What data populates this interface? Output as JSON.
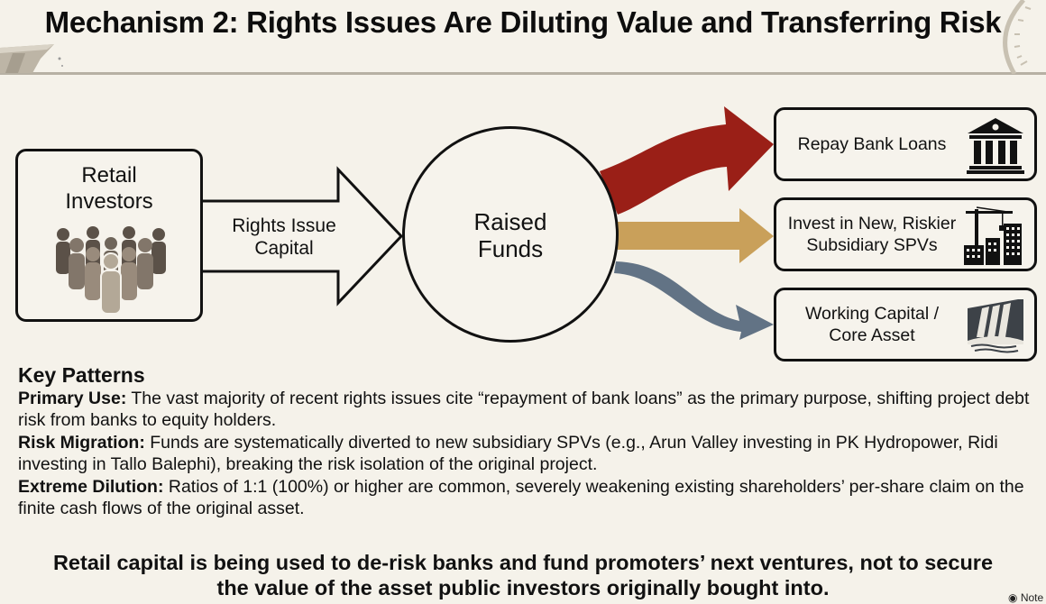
{
  "title": "Mechanism 2: Rights Issues Are Diluting Value and Transferring Risk",
  "diagram": {
    "source": {
      "label_line1": "Retail",
      "label_line2": "Investors",
      "icon": "people-group-icon"
    },
    "flow_arrow": {
      "label_line1": "Rights Issue",
      "label_line2": "Capital"
    },
    "hub": {
      "label_line1": "Raised",
      "label_line2": "Funds"
    },
    "destinations": [
      {
        "label_line1": "Repay Bank Loans",
        "label_line2": "",
        "icon": "bank-icon",
        "arrow_color": "#9a1f17"
      },
      {
        "label_line1": "Invest in New, Riskier",
        "label_line2": "Subsidiary SPVs",
        "icon": "construction-crane-icon",
        "arrow_color": "#c9a05a"
      },
      {
        "label_line1": "Working Capital /",
        "label_line2": "Core Asset",
        "icon": "hydro-dam-icon",
        "arrow_color": "#627385"
      }
    ]
  },
  "key_patterns": {
    "heading": "Key Patterns",
    "items": [
      {
        "term": "Primary Use:",
        "text": " The vast majority of recent rights issues cite “repayment of bank loans” as the primary purpose, shifting project debt risk from banks to equity holders."
      },
      {
        "term": "Risk Migration:",
        "text": " Funds are systematically diverted to new subsidiary SPVs (e.g., Arun Valley investing in PK Hydropower, Ridi investing in Tallo Balephi), breaking the risk isolation of the original project."
      },
      {
        "term": "Extreme Dilution:",
        "text": " Ratios of 1:1 (100%) or higher are common, severely weakening existing shareholders’ per-share claim on the finite cash flows of the original asset."
      }
    ]
  },
  "conclusion": {
    "line1": "Retail capital is being used to de-risk banks and fund promoters’ next ventures, not to secure",
    "line2": "the value of the asset public investors originally bought into."
  },
  "watermark": "Note"
}
